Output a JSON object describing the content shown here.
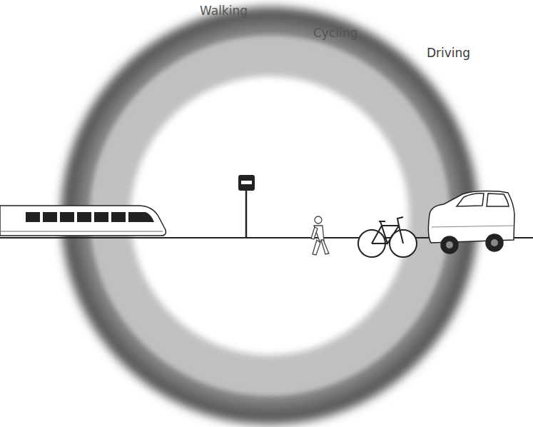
{
  "diagram": {
    "nodes": [
      {
        "text": [
          "Driving"
        ]
      },
      {
        "text": [
          "Cycling"
        ],
        "in": 0
      },
      {
        "text": [
          "Walking"
        ],
        "in": 1
      }
    ]
  }
}
